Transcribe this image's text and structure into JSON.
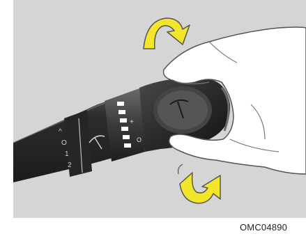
{
  "illustration": {
    "subject": "wiper-stalk-rotary-control",
    "background_color": "#d5d5d5",
    "arrow_color": "#f2e62a",
    "stalk_color": "#2f2f2f"
  },
  "stalk_markings": {
    "front_ring": [
      "O",
      "1",
      "2"
    ],
    "rear_ring": [
      "+",
      "O"
    ]
  },
  "caption": {
    "code": "OMC04890"
  }
}
